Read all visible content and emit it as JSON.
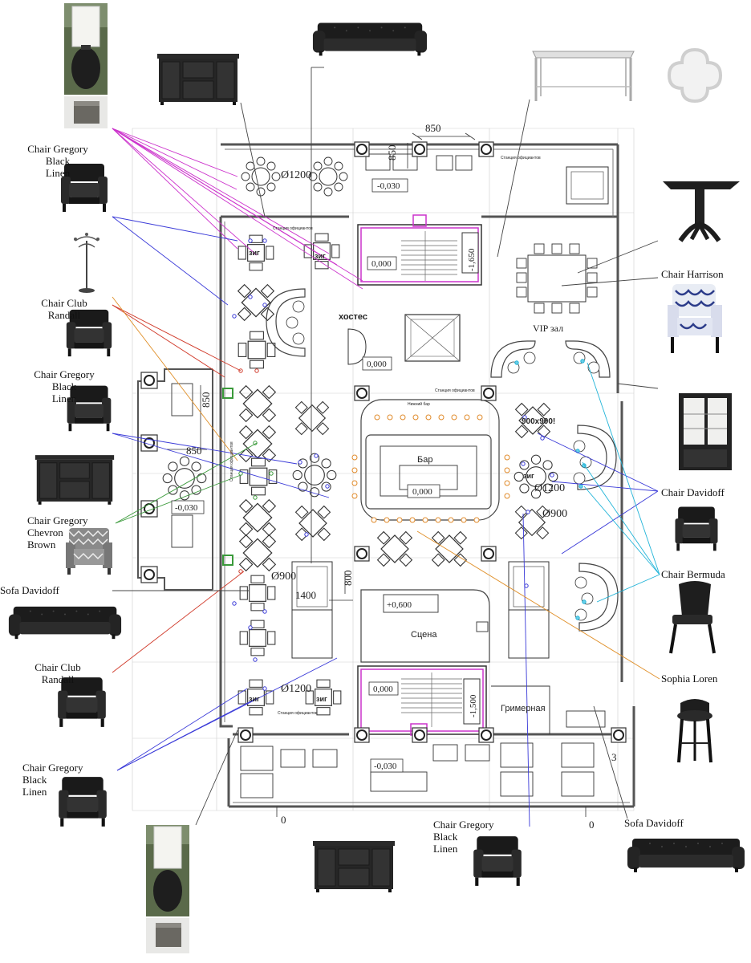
{
  "labels": {
    "chair_gregory_black_1": "Chair Gregory\nBlack\nLinen",
    "chair_club_randall_1": "Chair Club\nRandall",
    "chair_gregory_black_2": "Chair Gregory\nBlack\nLinen",
    "chair_gregory_chevron": "Chair Gregory\nChevron\nBrown",
    "sofa_davidoff_1": "Sofa Davidoff",
    "chair_club_randall_2": "Chair Club\nRandall",
    "chair_gregory_black_3": "Chair Gregory\nBlack\nLinen",
    "chair_gregory_black_4": "Chair Gregory\nBlack\nLinen",
    "chair_harrison": "Chair Harrison",
    "chair_davidoff": "Chair Davidoff",
    "chair_bermuda": "Chair Bermuda",
    "sophia_loren": "Sophia Loren",
    "sofa_davidoff_2": "Sofa Davidoff"
  },
  "plan": {
    "dims": {
      "d850_top": "850",
      "d850_top_v": "850",
      "d1200_top": "Ø1200",
      "d850_left_v": "850",
      "d850_left_h": "850",
      "d1200_mid": "Ø1200",
      "d900_right": "Ø900",
      "d900x900": "900x900!",
      "d900_left": "Ø900",
      "d1400": "1400",
      "d800": "800",
      "d1200_bottom": "Ø1200",
      "d1650": "-1,650",
      "d1500": "-1,500",
      "d3": "3",
      "d0_left": "0",
      "d0_right": "0"
    },
    "levels": {
      "top_030": "-0,030",
      "stair_top_000": "0,000",
      "lift_000": "0,000",
      "bar_000": "0,000",
      "left_030": "-0,030",
      "stage_600": "+0,600",
      "stair_bottom_000": "0,000",
      "bottom_030": "-0,030"
    },
    "rooms": {
      "hostess": "хостес",
      "vip": "VIP зал",
      "bar": "Бар",
      "stage": "Сцена",
      "dressing": "Гримерная",
      "zig1": "зиг",
      "zig2": "зиг",
      "zig3": "зиг",
      "zig4": "зиг",
      "zig5": "зиг",
      "waiter1": "Станция официантов",
      "waiter2": "Станция официантов",
      "waiter3": "Станция официантов",
      "waiter4": "Станция официантов",
      "waiter5": "Станция официантов",
      "lower_bar": "Нижний бар"
    }
  },
  "colors": {
    "magenta": "#cc33cc",
    "blue": "#3a3ad8",
    "red": "#d03a2a",
    "orange": "#e0902a",
    "green": "#3a9a3a",
    "cyan": "#22b4d8",
    "wall": "#555555",
    "furniture": "#1e1e1e"
  },
  "icons": [
    "table-lamp-icon",
    "side-table-icon",
    "sideboard-icon",
    "sofa-icon",
    "console-table-icon",
    "mirror-icon",
    "armchair-icon",
    "candelabra-icon",
    "pedestal-table-icon",
    "patterned-armchair-icon",
    "display-cabinet-icon",
    "club-armchair-icon",
    "dining-chair-icon",
    "bar-stool-icon"
  ]
}
